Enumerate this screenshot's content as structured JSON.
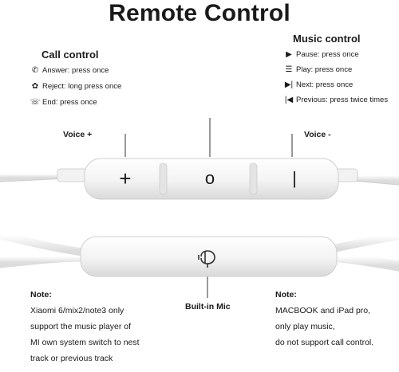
{
  "title": "Remote Control",
  "call_control": {
    "heading": "Call control",
    "items": [
      {
        "icon": "phone-answer-icon",
        "text": "Answer: press once"
      },
      {
        "icon": "phone-reject-icon",
        "text": "Reject: long press once"
      },
      {
        "icon": "phone-end-icon",
        "text": "End: press once"
      }
    ]
  },
  "music_control": {
    "heading": "Music control",
    "items": [
      {
        "icon": "play-icon",
        "text": "Pause: press once"
      },
      {
        "icon": "pause-icon",
        "text": "Play: press once"
      },
      {
        "icon": "next-track-icon",
        "text": "Next: press once"
      },
      {
        "icon": "previous-track-icon",
        "text": "Previous: press twice times"
      }
    ]
  },
  "labels": {
    "voice_plus": "Voice +",
    "voice_minus": "Voice -",
    "mic": "Built-in Mic",
    "plus_symbol": "+",
    "center_symbol": "o",
    "minus_symbol": "|"
  },
  "notes": {
    "left": {
      "heading": "Note:",
      "lines": [
        "Xiaomi 6/mix2/note3 only",
        "support the music player of",
        "MI own system switch to nest",
        "track or previous track"
      ]
    },
    "right": {
      "heading": "Note:",
      "lines": [
        "MACBOOK and iPad pro,",
        "only play music,",
        "do not support call control."
      ]
    }
  },
  "colors": {
    "text": "#1a1a1a",
    "remote_body": "#f4f4f4",
    "remote_edge": "#d4d4d4",
    "cable": "#ececec"
  }
}
